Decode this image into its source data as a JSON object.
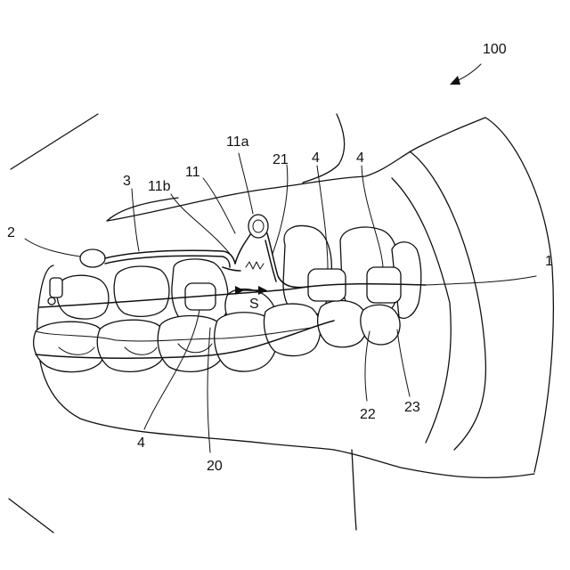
{
  "figure": {
    "reference_numeral": "100",
    "labels": {
      "l1": "1",
      "l2": "2",
      "l3": "3",
      "l4_top_left": "4",
      "l4_top_right": "4",
      "l4_bottom": "4",
      "l11": "11",
      "l11a": "11a",
      "l11b": "11b",
      "l20": "20",
      "l21": "21",
      "l22": "22",
      "l23": "23",
      "lS": "S"
    }
  }
}
